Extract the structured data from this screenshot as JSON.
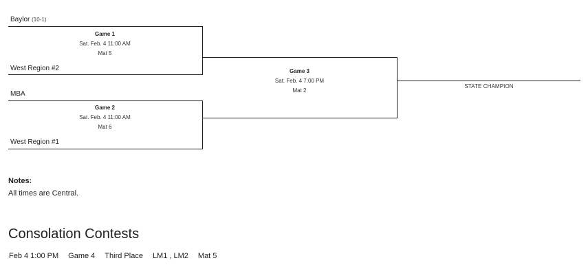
{
  "bracket": {
    "game1": {
      "title": "Game 1",
      "date": "Sat. Feb. 4 11:00 AM",
      "mat": "Mat 5",
      "team_top": {
        "name": "Baylor",
        "record": "(10-1)"
      },
      "team_bottom": {
        "name": "West Region #2"
      }
    },
    "game2": {
      "title": "Game 2",
      "date": "Sat. Feb. 4 11:00 AM",
      "mat": "Mat 6",
      "team_top": {
        "name": "MBA"
      },
      "team_bottom": {
        "name": "West Region #1"
      }
    },
    "game3": {
      "title": "Game 3",
      "date": "Sat. Feb. 4 7:00 PM",
      "mat": "Mat 2"
    },
    "champion_label": "STATE CHAMPION"
  },
  "notes": {
    "title": "Notes:",
    "text": "All times are Central."
  },
  "consolation": {
    "title": "Consolation Contests",
    "rows": [
      {
        "datetime": "Feb 4 1:00 PM",
        "game": "Game 4",
        "name": "Third Place",
        "teams": "LM1 , LM2",
        "mat": "Mat 5"
      }
    ]
  }
}
